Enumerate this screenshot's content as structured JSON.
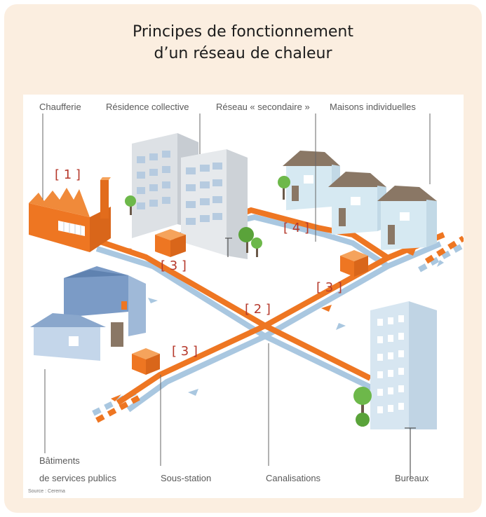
{
  "title": {
    "line1": "Principes de fonctionnement",
    "line2": "d’un réseau de chaleur"
  },
  "labels": {
    "chaufferie": "Chaufferie",
    "residence": "Résidence collective",
    "reseau_secondaire": "Réseau « secondaire »",
    "maisons": "Maisons individuelles",
    "batiments_1": "Bâtiments",
    "batiments_2": "de services publics",
    "sous_station": "Sous-station",
    "canalisations": "Canalisations",
    "bureaux": "Bureaux",
    "source": "Source : Cerema"
  },
  "markers": {
    "m1": "[ 1 ]",
    "m2": "[ 2 ]",
    "m3a": "[ 3 ]",
    "m3b": "[ 3 ]",
    "m3c": "[ 3 ]",
    "m4": "[ 4 ]"
  },
  "colors": {
    "card_background": "#fbeee0",
    "hot_pipe": "#ee7622",
    "return_pipe": "#a9c7e0",
    "marker_text": "#b5382b"
  }
}
